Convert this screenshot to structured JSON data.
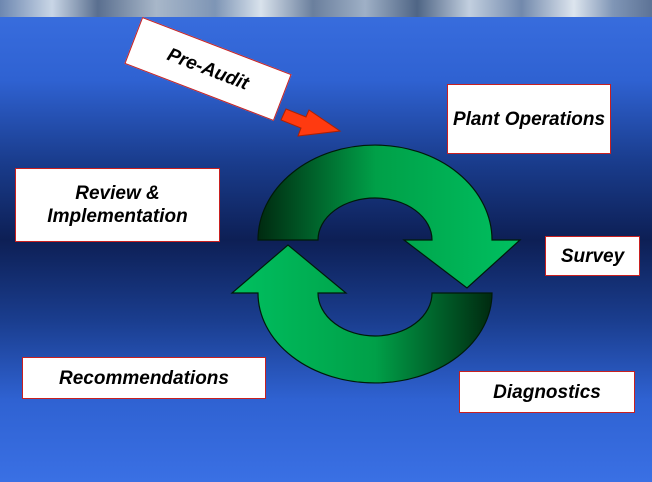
{
  "labels": {
    "pre_audit": "Pre-Audit",
    "plant_operations": "Plant Operations",
    "review_implementation": "Review & Implementation",
    "survey": "Survey",
    "recommendations": "Recommendations",
    "diagnostics": "Diagnostics"
  },
  "colors": {
    "background_top": "#3a6fe0",
    "background_middle": "#0d1f55",
    "arrow_green": "#00b050",
    "arrow_dark": "#002a10",
    "pointer_arrow": "#ff3a10",
    "label_border": "#c82020"
  }
}
